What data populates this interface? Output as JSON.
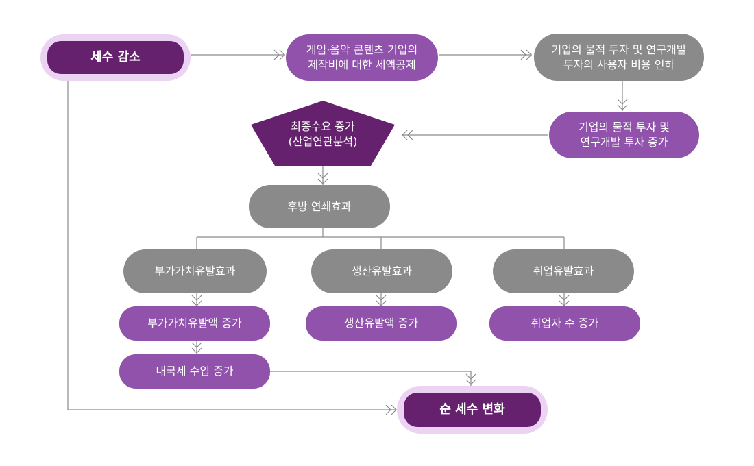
{
  "nodes": {
    "tax_reduction": "세수 감소",
    "tax_credit": "게임·음악 콘텐츠 기업의\n제작비에 대한 세액공제",
    "user_cost": "기업의 물적  투자 및 연구개발\n투자의 사용자 비용 인하",
    "investment_increase": "기업의 물적 투자 및\n연구개발 투자 증가",
    "final_demand": "최종수요 증가\n(산업연관분석)",
    "backward_linkage": "후방 연쇄효과",
    "value_added_effect": "부가가치유발효과",
    "production_effect": "생산유발효과",
    "employment_effect": "취업유발효과",
    "value_added_increase": "부가가치유발액 증가",
    "production_increase": "생산유발액 증가",
    "employment_increase": "취업자 수 증가",
    "domestic_tax_increase": "내국세 수입 증가",
    "net_tax_change": "순 세수 변화"
  },
  "colors": {
    "dark_purple": "#65206e",
    "purple": "#9052aa",
    "gray": "#8a8a8a",
    "halo": "#ecd3f4",
    "line": "#8a8a8a"
  }
}
